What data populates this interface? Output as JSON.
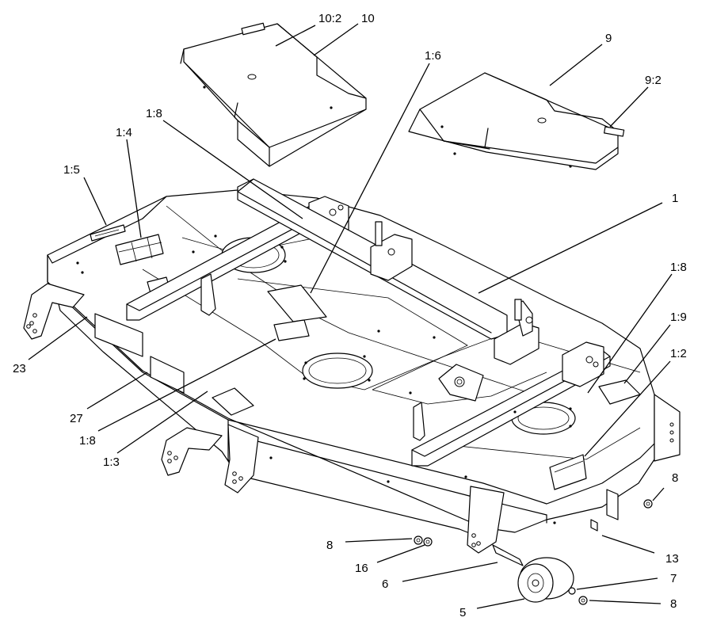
{
  "callouts": [
    {
      "id": "c-10-2",
      "text": "10:2"
    },
    {
      "id": "c-10",
      "text": "10"
    },
    {
      "id": "c-1-6",
      "text": "1:6"
    },
    {
      "id": "c-9",
      "text": "9"
    },
    {
      "id": "c-9-2",
      "text": "9:2"
    },
    {
      "id": "c-1-8-top",
      "text": "1:8"
    },
    {
      "id": "c-1-4",
      "text": "1:4"
    },
    {
      "id": "c-1-5",
      "text": "1:5"
    },
    {
      "id": "c-1",
      "text": "1"
    },
    {
      "id": "c-1-8-right",
      "text": "1:8"
    },
    {
      "id": "c-1-9",
      "text": "1:9"
    },
    {
      "id": "c-1-2",
      "text": "1:2"
    },
    {
      "id": "c-23",
      "text": "23"
    },
    {
      "id": "c-27",
      "text": "27"
    },
    {
      "id": "c-1-8-left",
      "text": "1:8"
    },
    {
      "id": "c-1-3",
      "text": "1:3"
    },
    {
      "id": "c-8-right",
      "text": "8"
    },
    {
      "id": "c-13",
      "text": "13"
    },
    {
      "id": "c-8-left",
      "text": "8"
    },
    {
      "id": "c-16",
      "text": "16"
    },
    {
      "id": "c-6",
      "text": "6"
    },
    {
      "id": "c-7",
      "text": "7"
    },
    {
      "id": "c-5",
      "text": "5"
    },
    {
      "id": "c-8-bottom",
      "text": "8"
    }
  ]
}
